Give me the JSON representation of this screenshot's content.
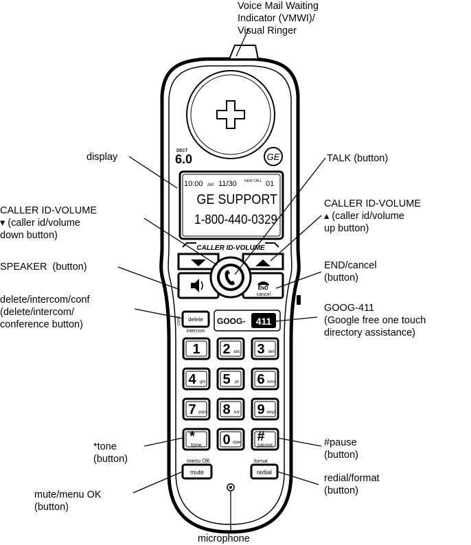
{
  "labels": {
    "vmwi": [
      "Voice Mail Waiting",
      "Indicator (VMWI)/",
      "Visual Ringer"
    ],
    "display": [
      "display"
    ],
    "talk": [
      "TALK (button)"
    ],
    "cid_down": [
      "CALLER ID-VOLUME",
      "▾ (caller id/volume",
      "down button)"
    ],
    "cid_up": [
      "CALLER ID-VOLUME",
      "▴ (caller id/volume",
      "up button)"
    ],
    "speaker": [
      "SPEAKER  (button)"
    ],
    "end": [
      "END/cancel",
      "(button)"
    ],
    "delete": [
      "delete/intercom/conf",
      "(delete/intercom/",
      "conference button)"
    ],
    "goog": [
      "GOOG-411",
      "(Google free one touch",
      "directory assistance)"
    ],
    "star": [
      "*tone",
      "(button)"
    ],
    "pound": [
      "#pause",
      "(button)"
    ],
    "mute": [
      "mute/menu OK",
      "(button)"
    ],
    "redial": [
      "redial/format",
      "(button)"
    ],
    "microphone": [
      "microphone"
    ]
  },
  "phone": {
    "dect": "DECT",
    "version": "6.0",
    "brand": "GE",
    "screen": {
      "status_time": "10:00",
      "status_ampm": "AM",
      "status_date": "11/30",
      "status_new": "NEW CALL",
      "status_count": "01",
      "name": "GE SUPPORT",
      "number": "1-800-440-0329"
    },
    "caller_id_band": "CALLER ID-VOLUME",
    "end_label": "END",
    "cancel_label": "cancel",
    "conf_label": "conf",
    "delete_label": "delete",
    "intercom_label": "intercom",
    "goog_label": "GOOG-",
    "goog_411": "411",
    "menu_ok_label": "menu OK",
    "format_label": "format",
    "mute_label": "mute",
    "redial_label": "redial",
    "keys": [
      {
        "digit": "1",
        "sub": ""
      },
      {
        "digit": "2",
        "sub": "abc"
      },
      {
        "digit": "3",
        "sub": "def"
      },
      {
        "digit": "4",
        "sub": "ghi"
      },
      {
        "digit": "5",
        "sub": "jkl"
      },
      {
        "digit": "6",
        "sub": "mno"
      },
      {
        "digit": "7",
        "sub": "pqrs"
      },
      {
        "digit": "8",
        "sub": "tuv"
      },
      {
        "digit": "9",
        "sub": "wxyz"
      },
      {
        "digit": "*",
        "sub": "tone"
      },
      {
        "digit": "0",
        "sub": "oper"
      },
      {
        "digit": "#",
        "sub": "pause"
      }
    ]
  }
}
